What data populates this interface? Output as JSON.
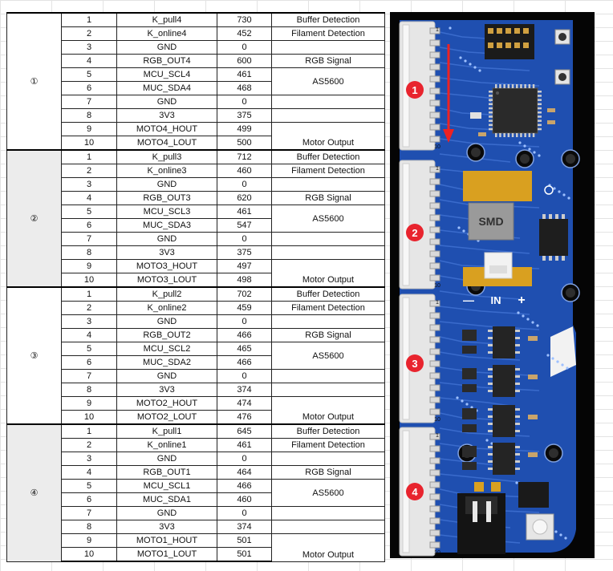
{
  "groups": [
    {
      "label": "①",
      "rows": [
        {
          "n": "1",
          "pin": "K_pull4",
          "val": "730"
        },
        {
          "n": "2",
          "pin": "K_online4",
          "val": "452"
        },
        {
          "n": "3",
          "pin": "GND",
          "val": "0"
        },
        {
          "n": "4",
          "pin": "RGB_OUT4",
          "val": "600"
        },
        {
          "n": "5",
          "pin": "MCU_SCL4",
          "val": "461"
        },
        {
          "n": "6",
          "pin": "MUC_SDA4",
          "val": "468"
        },
        {
          "n": "7",
          "pin": "GND",
          "val": "0"
        },
        {
          "n": "8",
          "pin": "3V3",
          "val": "375"
        },
        {
          "n": "9",
          "pin": "MOTO4_HOUT",
          "val": "499"
        },
        {
          "n": "10",
          "pin": "MOTO4_LOUT",
          "val": "500"
        }
      ]
    },
    {
      "label": "②",
      "rows": [
        {
          "n": "1",
          "pin": "K_pull3",
          "val": "712"
        },
        {
          "n": "2",
          "pin": "K_online3",
          "val": "460"
        },
        {
          "n": "3",
          "pin": "GND",
          "val": "0"
        },
        {
          "n": "4",
          "pin": "RGB_OUT3",
          "val": "620"
        },
        {
          "n": "5",
          "pin": "MCU_SCL3",
          "val": "461"
        },
        {
          "n": "6",
          "pin": "MUC_SDA3",
          "val": "547"
        },
        {
          "n": "7",
          "pin": "GND",
          "val": "0"
        },
        {
          "n": "8",
          "pin": "3V3",
          "val": "375"
        },
        {
          "n": "9",
          "pin": "MOTO3_HOUT",
          "val": "497"
        },
        {
          "n": "10",
          "pin": "MOTO3_LOUT",
          "val": "498"
        }
      ]
    },
    {
      "label": "③",
      "rows": [
        {
          "n": "1",
          "pin": "K_pull2",
          "val": "702"
        },
        {
          "n": "2",
          "pin": "K_online2",
          "val": "459"
        },
        {
          "n": "3",
          "pin": "GND",
          "val": "0"
        },
        {
          "n": "4",
          "pin": "RGB_OUT2",
          "val": "466"
        },
        {
          "n": "5",
          "pin": "MCU_SCL2",
          "val": "465"
        },
        {
          "n": "6",
          "pin": "MUC_SDA2",
          "val": "466"
        },
        {
          "n": "7",
          "pin": "GND",
          "val": "0"
        },
        {
          "n": "8",
          "pin": "3V3",
          "val": "374"
        },
        {
          "n": "9",
          "pin": "MOTO2_HOUT",
          "val": "474"
        },
        {
          "n": "10",
          "pin": "MOTO2_LOUT",
          "val": "476"
        }
      ]
    },
    {
      "label": "④",
      "rows": [
        {
          "n": "1",
          "pin": "K_pull1",
          "val": "645"
        },
        {
          "n": "2",
          "pin": "K_online1",
          "val": "461"
        },
        {
          "n": "3",
          "pin": "GND",
          "val": "0"
        },
        {
          "n": "4",
          "pin": "RGB_OUT1",
          "val": "464"
        },
        {
          "n": "5",
          "pin": "MCU_SCL1",
          "val": "466"
        },
        {
          "n": "6",
          "pin": "MUC_SDA1",
          "val": "460"
        },
        {
          "n": "7",
          "pin": "GND",
          "val": "0"
        },
        {
          "n": "8",
          "pin": "3V3",
          "val": "374"
        },
        {
          "n": "9",
          "pin": "MOTO1_HOUT",
          "val": "501"
        },
        {
          "n": "10",
          "pin": "MOTO1_LOUT",
          "val": "501"
        }
      ]
    }
  ],
  "functions": {
    "buffer": "Buffer Detection",
    "filament": "Filament Detection",
    "rgb": "RGB Signal",
    "as5600": "AS5600",
    "motor": "Motor Output"
  },
  "board": {
    "markers": [
      "1",
      "2",
      "3",
      "4"
    ],
    "smd_label": "SMD",
    "input_label": "IN",
    "minus_label": "—",
    "plus_label": "+",
    "connector_pin_labels": [
      "1",
      "10",
      "1",
      "10",
      "1",
      "10",
      "1",
      "10"
    ],
    "colors": {
      "board": "#1f4fb0",
      "marker": "#e8242e",
      "arrow": "#ee2222",
      "connector": "#e6e6e6"
    }
  }
}
